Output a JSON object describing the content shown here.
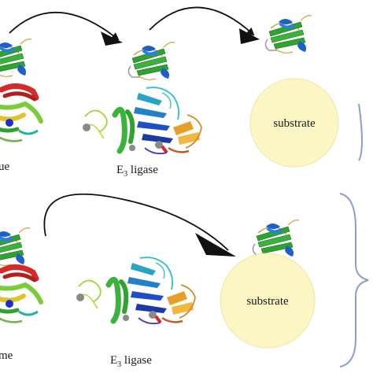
{
  "top_row": {
    "left_label_fragment": "ue",
    "e3_label": {
      "prefix": "E",
      "subscript": "3",
      "suffix": " ligase"
    },
    "substrate_label": "substrate"
  },
  "bottom_row": {
    "left_label_fragment": "me",
    "e3_label": {
      "prefix": "E",
      "subscript": "3",
      "suffix": " ligase"
    },
    "substrate_label": "substrate"
  },
  "colors": {
    "substrate_fill": "#fbf6c4",
    "substrate_stroke": "#efe7a0",
    "bracket": "#8aa0c8",
    "arrow": "#111111",
    "beta_sheet": "#2fa32f",
    "helix_red": "#d42a2a",
    "helix_blue": "#1f5fc8",
    "loop": "#c8a64a"
  },
  "icons": [
    "ubiquitin-protein-icon",
    "e2-enzyme-structure-icon",
    "e3-ligase-structure-icon",
    "transfer-arrow-icon",
    "bracket-icon"
  ]
}
